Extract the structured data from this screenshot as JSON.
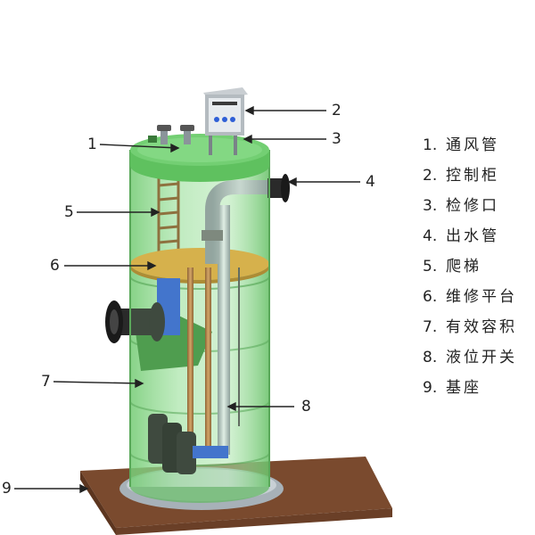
{
  "callouts": [
    {
      "id": "1",
      "label": "1"
    },
    {
      "id": "2",
      "label": "2"
    },
    {
      "id": "3",
      "label": "3"
    },
    {
      "id": "4",
      "label": "4"
    },
    {
      "id": "5",
      "label": "5"
    },
    {
      "id": "6",
      "label": "6"
    },
    {
      "id": "7",
      "label": "7"
    },
    {
      "id": "8",
      "label": "8"
    },
    {
      "id": "9",
      "label": "9"
    }
  ],
  "legend": [
    {
      "num": "1.",
      "label": "通风管"
    },
    {
      "num": "2.",
      "label": "控制柜"
    },
    {
      "num": "3.",
      "label": "检修口"
    },
    {
      "num": "4.",
      "label": "出水管"
    },
    {
      "num": "5.",
      "label": "爬梯"
    },
    {
      "num": "6.",
      "label": "维修平台"
    },
    {
      "num": "7.",
      "label": "有效容积"
    },
    {
      "num": "8.",
      "label": "液位开关"
    },
    {
      "num": "9.",
      "label": "基座"
    }
  ],
  "colors": {
    "tank_body": "#7ed67e",
    "tank_top": "#5fc15f",
    "platform": "#e2a83a",
    "base": "#7a4a2e",
    "pipe": "#b9c2c8",
    "pump": "#2a2a2a",
    "blue_part": "#2f5fd6"
  }
}
